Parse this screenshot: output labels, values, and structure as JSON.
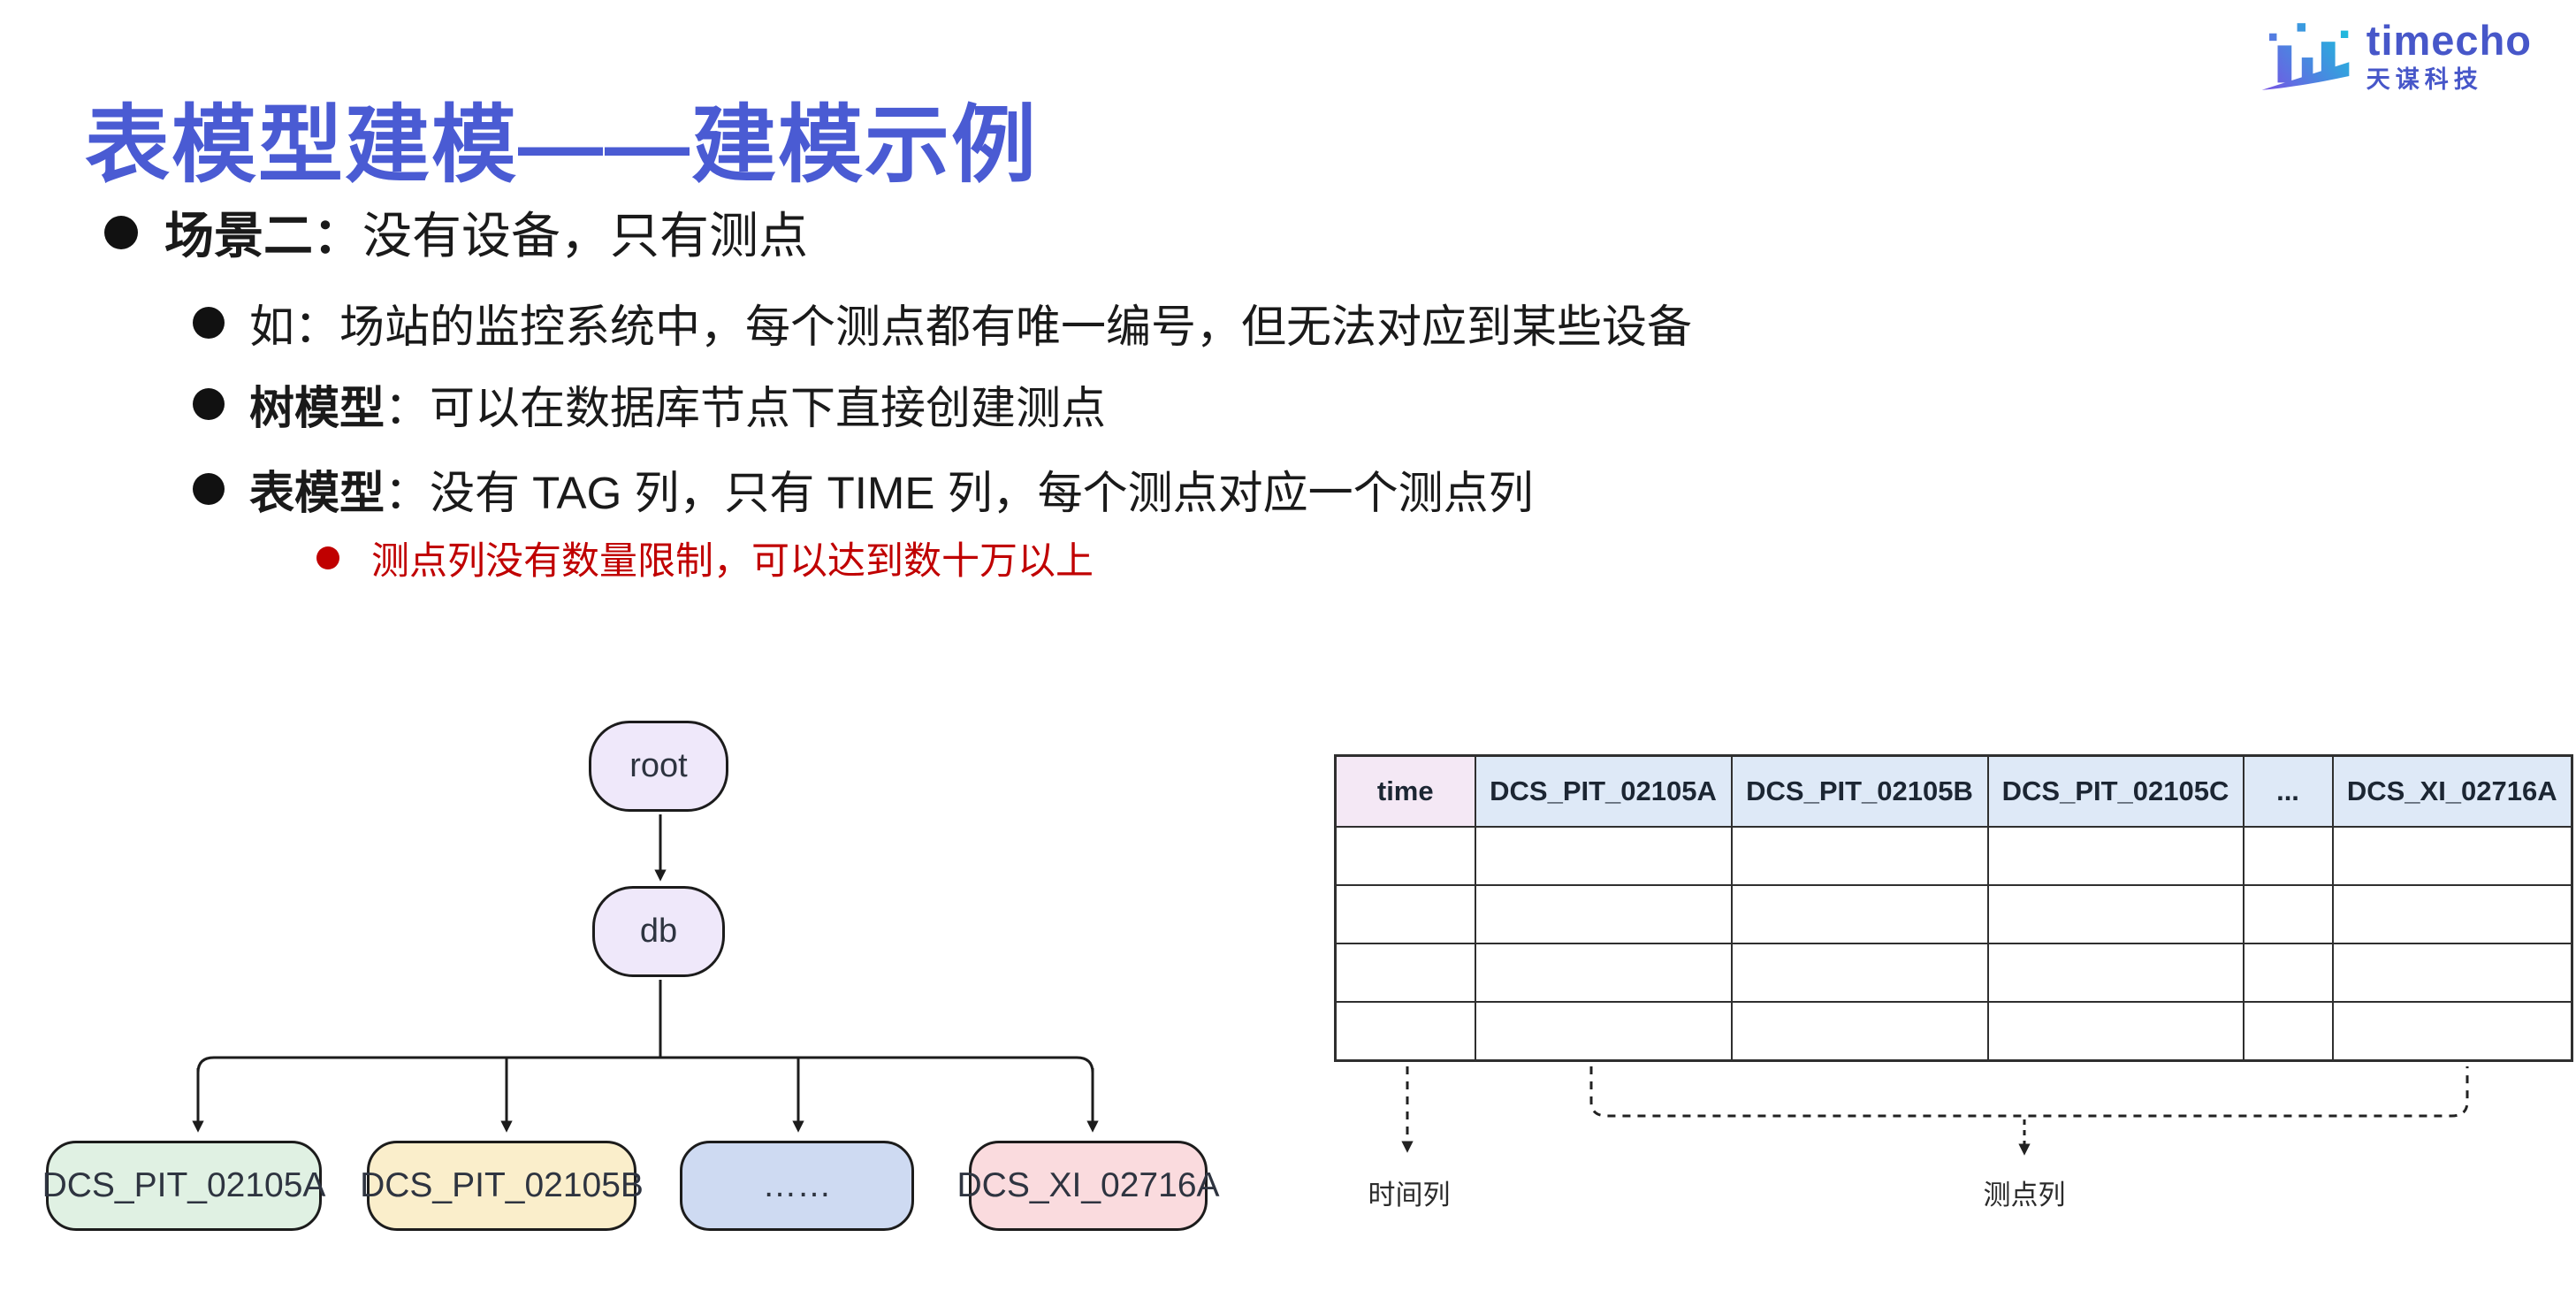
{
  "slide": {
    "title": "表模型建模——建模示例",
    "title_color": "#4A5BD3",
    "background": "#FFFFFF"
  },
  "logo": {
    "brand": "timecho",
    "brand_cn": "天谋科技",
    "text_color": "#4757C9",
    "icon": "timecho-bars-icon",
    "icon_gradient_start": "#7C4DE4",
    "icon_gradient_end": "#14C6DC"
  },
  "bullets": {
    "scene": {
      "prefix": "场景二：",
      "text": "没有设备，只有测点"
    },
    "sub": [
      {
        "prefix": "",
        "text": "如：场站的监控系统中，每个测点都有唯一编号，但无法对应到某些设备"
      },
      {
        "prefix": "树模型",
        "text": "：可以在数据库节点下直接创建测点"
      },
      {
        "prefix": "表模型",
        "text": "：没有 TAG 列，只有 TIME 列，每个测点对应一个测点列"
      }
    ],
    "note": {
      "text": "测点列没有数量限制，可以达到数十万以上",
      "color": "#C00000"
    }
  },
  "tree": {
    "root_label": "root",
    "db_label": "db",
    "branch_fill": "#EFE8FA",
    "leaves": [
      {
        "label": "DCS_PIT_02105A",
        "fill": "#E0F1E3"
      },
      {
        "label": "DCS_PIT_02105B",
        "fill": "#FAEECB"
      },
      {
        "label": "……",
        "fill": "#CEDAF2"
      },
      {
        "label": "DCS_XI_02716A",
        "fill": "#FADBDE"
      }
    ]
  },
  "table": {
    "header": [
      {
        "label": "time",
        "bg": "#F4E8F5"
      },
      {
        "label": "DCS_PIT_02105A",
        "bg": "#DEE9F7"
      },
      {
        "label": "DCS_PIT_02105B",
        "bg": "#DEE9F7"
      },
      {
        "label": "DCS_PIT_02105C",
        "bg": "#DEE9F7"
      },
      {
        "label": "...",
        "bg": "#DEE9F7"
      },
      {
        "label": "DCS_XI_02716A",
        "bg": "#DEE9F7"
      }
    ],
    "body_rows": 4
  },
  "annotations": {
    "time_column_label": "时间列",
    "measurement_column_label": "测点列"
  }
}
